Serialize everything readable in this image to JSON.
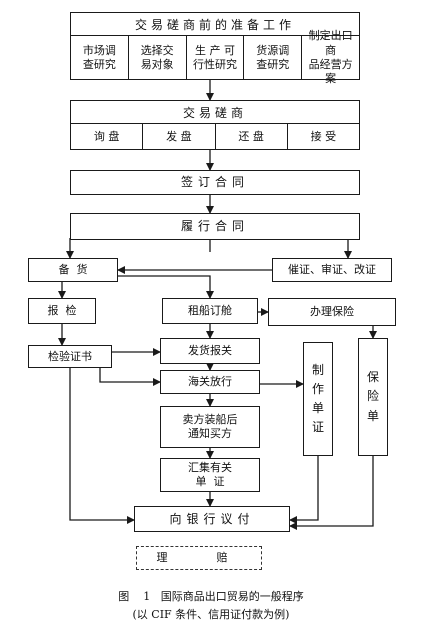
{
  "prep": {
    "title": "交易磋商前的准备工作",
    "items": [
      "市场调\n查研究",
      "选择交\n易对象",
      "生 产 可\n行性研究",
      "货源调\n查研究",
      "制定出口商\n品经营方案"
    ]
  },
  "negotiation": {
    "title": "交易磋商",
    "items": [
      "询 盘",
      "发 盘",
      "还 盘",
      "接 受"
    ]
  },
  "sign": "签订合同",
  "perform": "履行合同",
  "prepare_goods": "备  货",
  "urge": "催证、审证、改证",
  "inspection": "报  检",
  "charter": "租船订舱",
  "insurance": "办理保险",
  "cert": "检验证书",
  "declare": "发货报关",
  "release": "海关放行",
  "notify": "卖方装船后\n通知买方",
  "collect": "汇集有关\n单  证",
  "make_docs": [
    "制",
    "作",
    "单",
    "证"
  ],
  "policy": [
    "保",
    "险",
    "单"
  ],
  "negotiate_bank": "向银行议付",
  "claim": "理  赔",
  "caption_line1": "图    1   国际商品出口贸易的一般程序",
  "caption_line2": "(以 CIF 条件、信用证付款为例)"
}
